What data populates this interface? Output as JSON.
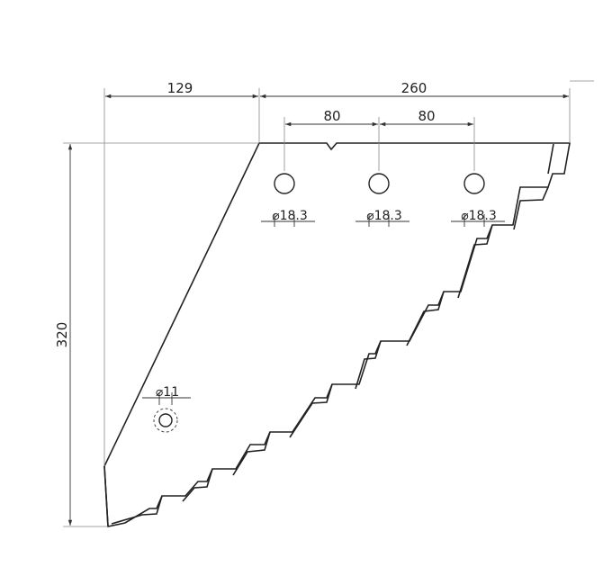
{
  "dimensions": {
    "left_offset": "129",
    "top_width": "260",
    "hole_pitch_1": "80",
    "hole_pitch_2": "80",
    "height": "320"
  },
  "holes": [
    {
      "label": "⌀18.3"
    },
    {
      "label": "⌀18.3"
    },
    {
      "label": "⌀18.3"
    }
  ],
  "small_hole": {
    "label": "⌀11"
  }
}
